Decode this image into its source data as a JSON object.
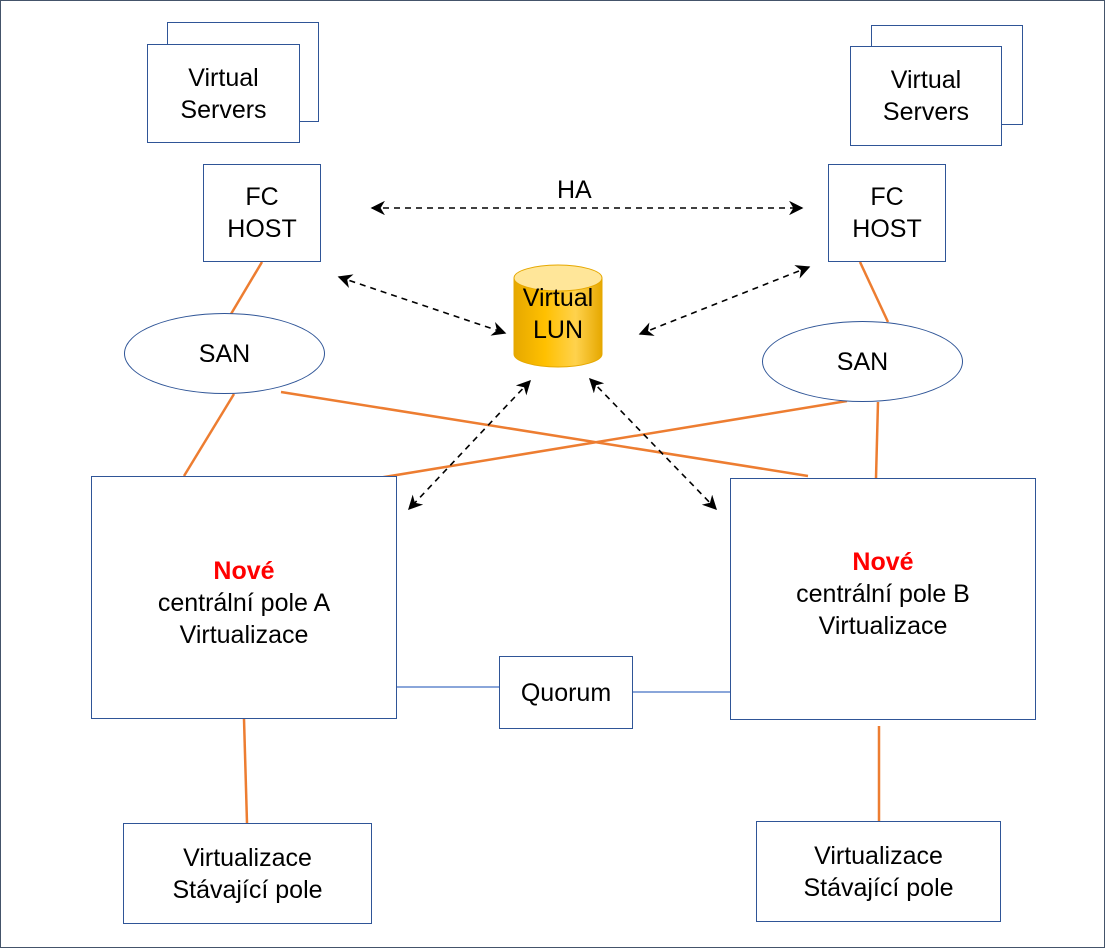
{
  "colors": {
    "box_border": "#2f5597",
    "copper_link": "#ed7d31",
    "quorum_link": "#4472c4",
    "ha_arrow": "#000000",
    "lun_fill_top": "#ffe699",
    "lun_fill_body": "#ffc000",
    "accent_text": "#ff0000"
  },
  "left": {
    "virtual_servers": {
      "line1": "Virtual",
      "line2": "Servers"
    },
    "fc_host": {
      "line1": "FC",
      "line2": "HOST"
    },
    "san": "SAN",
    "array": {
      "new": "Nové",
      "line1": "centrální pole A",
      "line2": "Virtualizace"
    },
    "legacy": {
      "line1": "Virtualizace",
      "line2": "Stávající pole"
    }
  },
  "right": {
    "virtual_servers": {
      "line1": "Virtual",
      "line2": "Servers"
    },
    "fc_host": {
      "line1": "FC",
      "line2": "HOST"
    },
    "san": "SAN",
    "array": {
      "new": "Nové",
      "line1": "centrální pole B",
      "line2": "Virtualizace"
    },
    "legacy": {
      "line1": "Virtualizace",
      "line2": "Stávající pole"
    }
  },
  "center": {
    "ha_label": "HA",
    "lun": {
      "line1": "Virtual",
      "line2": "LUN",
      "icon": "database-cylinder-icon"
    },
    "quorum": "Quorum"
  }
}
